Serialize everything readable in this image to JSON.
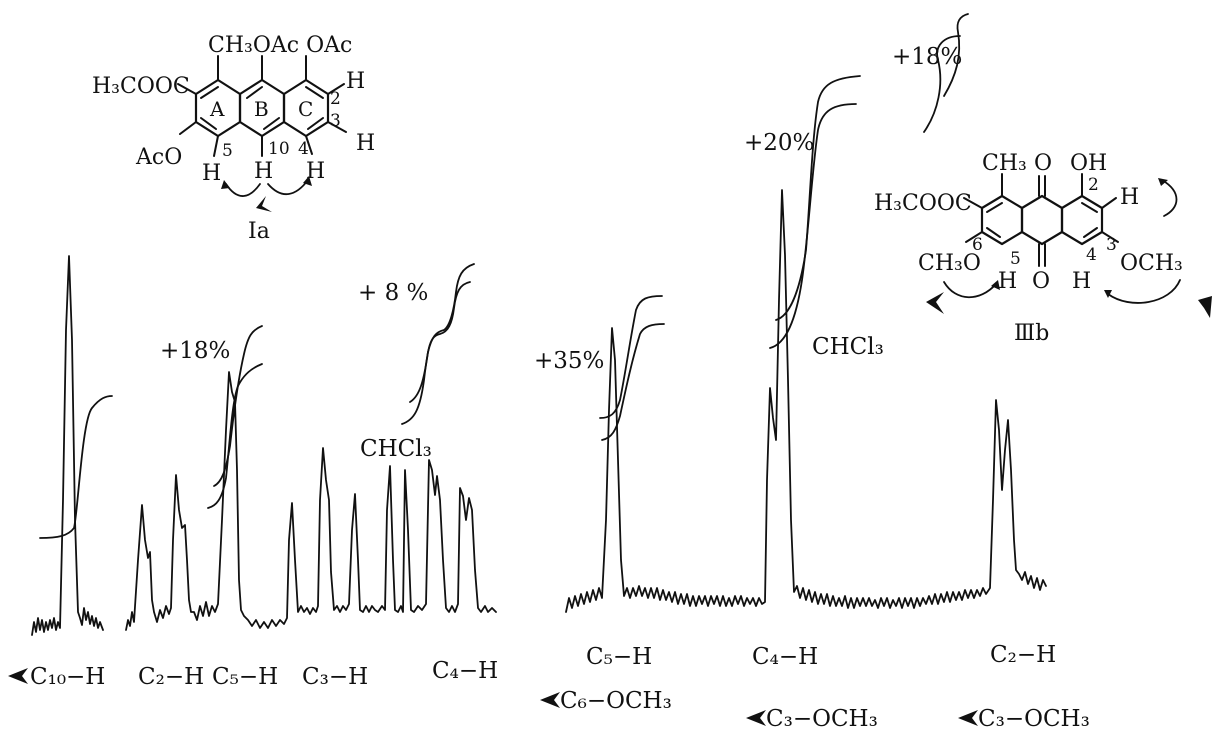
{
  "structure_ia": {
    "substituents_top": "CH₃OAc OAc",
    "h3cooc": "H₃COOC",
    "aco": "AcO",
    "ring_a": "A",
    "ring_b": "B",
    "ring_c": "C",
    "pos_2": "2",
    "pos_3": "3",
    "pos_4": "4",
    "pos_5": "5",
    "pos_10": "10",
    "h_2": "H",
    "h_3": "H",
    "h_4": "H",
    "h_5": "H",
    "h_10": "H",
    "name": "Ia"
  },
  "structure_iiib": {
    "ch3_top": "CH₃",
    "o_top": "O",
    "oh": "OH",
    "h3cooc": "H₃COOC",
    "ch3o": "CH₃O",
    "och3": "OCH₃",
    "pos_2": "2",
    "pos_3": "3",
    "pos_4": "4",
    "pos_5": "5",
    "pos_6": "6",
    "h_2": "H",
    "h_4": "H",
    "h_5": "H",
    "o_bottom": "O",
    "name": "Ⅲb"
  },
  "left_spectrum": {
    "integral_labels": [
      "+18%",
      "+ 8 %"
    ],
    "solvent": "CHCl₃",
    "peak_labels": [
      "C₁₀−H",
      "C₂−H",
      "C₅−H",
      "C₃−H",
      "C₄−H"
    ]
  },
  "right_spectrum": {
    "integral_labels": [
      "+35%",
      "+20%",
      "+18%"
    ],
    "solvent": "CHCl₃",
    "peak_labels": [
      "C₅−H",
      "C₄−H",
      "C₂−H"
    ],
    "irradiation_labels": [
      "C₆−OCH₃",
      "C₃−OCH₃",
      "C₃−OCH₃"
    ]
  }
}
